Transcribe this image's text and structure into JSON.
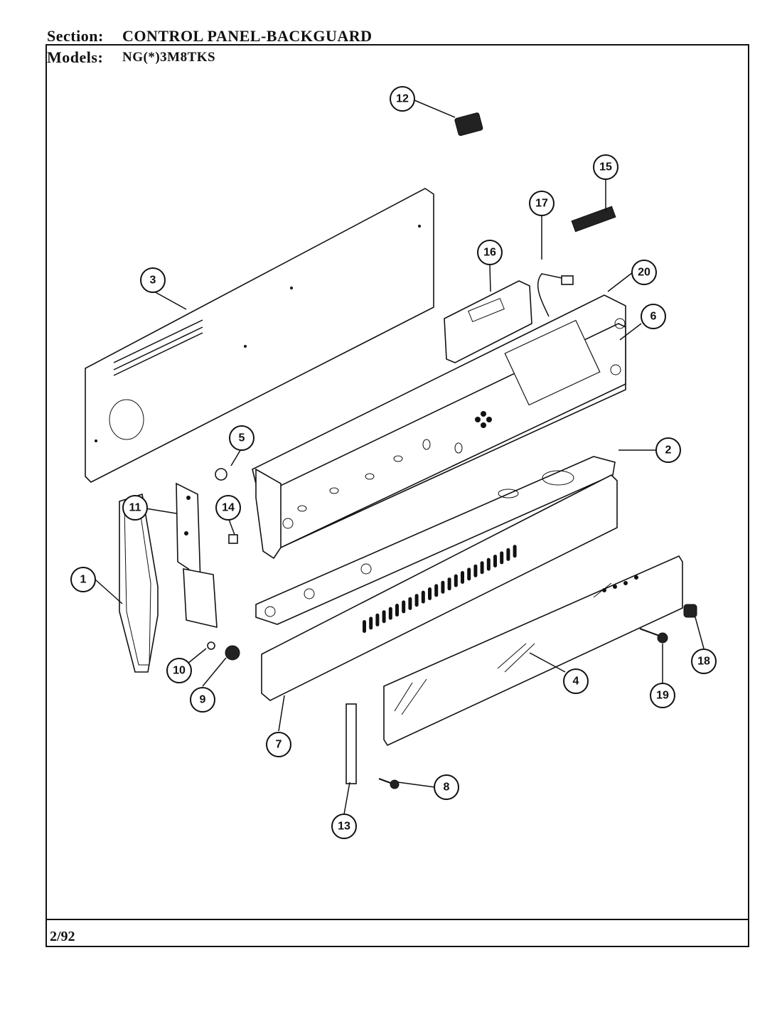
{
  "header": {
    "section_label": "Section:",
    "section_value": "CONTROL PANEL-BACKGUARD",
    "models_label": "Models:",
    "models_value": "NG(*)3M8TKS"
  },
  "footer": {
    "date": "2/92"
  },
  "callouts": {
    "c1": "1",
    "c2": "2",
    "c3": "3",
    "c4": "4",
    "c5": "5",
    "c6": "6",
    "c7": "7",
    "c8": "8",
    "c9": "9",
    "c10": "10",
    "c11": "11",
    "c12": "12",
    "c13": "13",
    "c14": "14",
    "c15": "15",
    "c16": "16",
    "c17": "17",
    "c18": "18",
    "c19": "19",
    "c20": "20"
  }
}
